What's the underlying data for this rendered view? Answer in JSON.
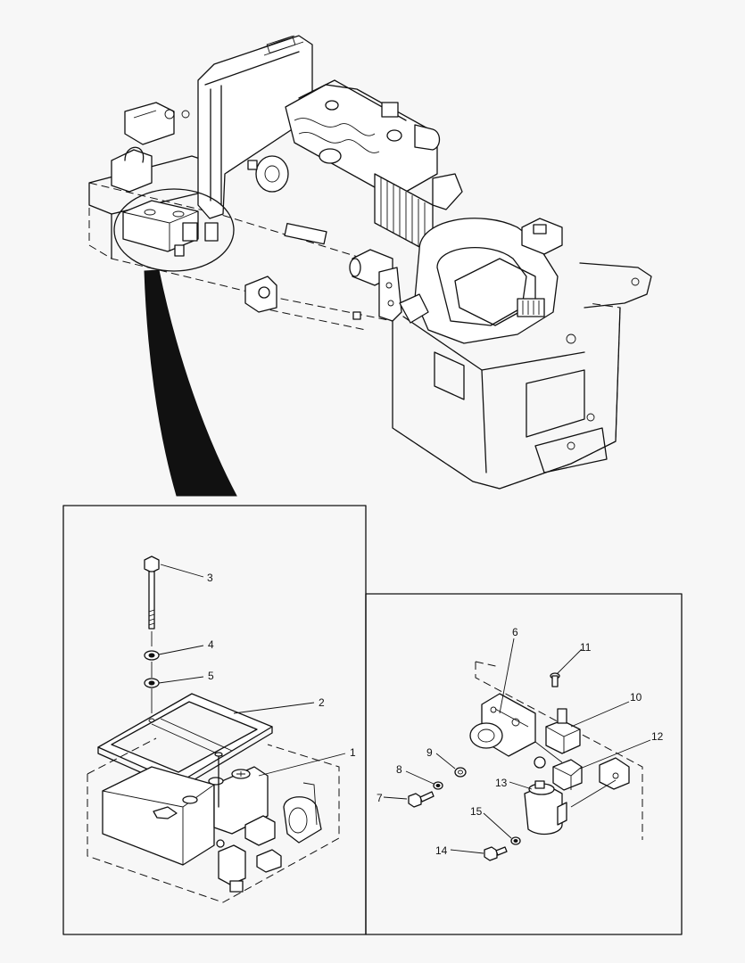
{
  "callouts": {
    "c1": "1",
    "c2": "2",
    "c3": "3",
    "c4": "4",
    "c5": "5",
    "c6": "6",
    "c7": "7",
    "c8": "8",
    "c9": "9",
    "c10": "10",
    "c11": "11",
    "c12": "12",
    "c13": "13",
    "c14": "14",
    "c15": "15"
  },
  "colors": {
    "line": "#111111",
    "background": "#f7f7f7",
    "part_fill": "#ffffff"
  }
}
